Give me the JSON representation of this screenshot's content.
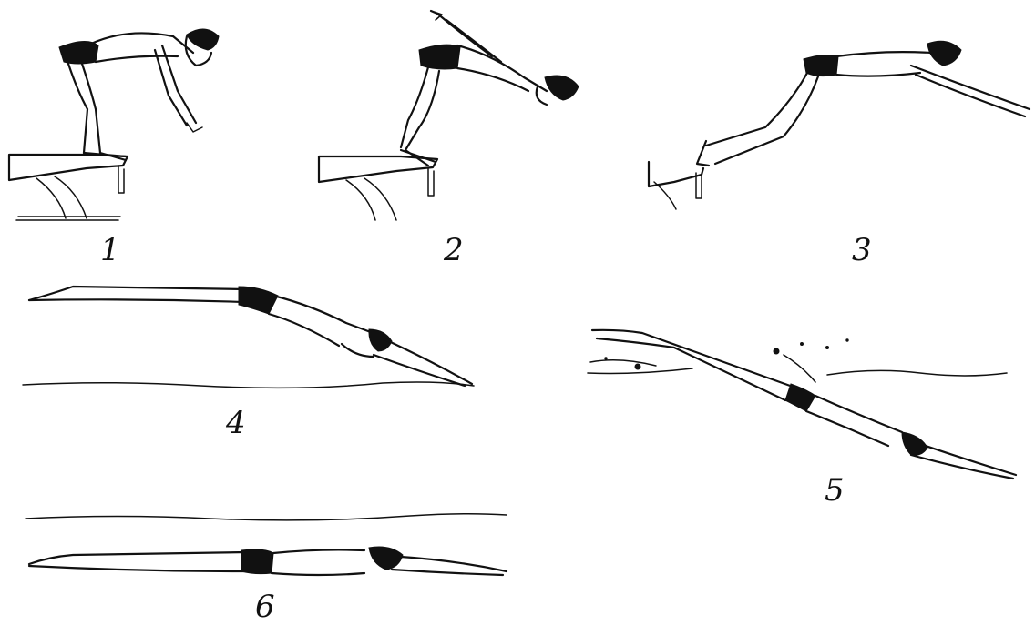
{
  "figures": [
    {
      "number": "1"
    },
    {
      "number": "2"
    },
    {
      "number": "3"
    },
    {
      "number": "4"
    },
    {
      "number": "5"
    },
    {
      "number": "6"
    }
  ],
  "colors": {
    "ink": "#111111",
    "background": "#ffffff"
  }
}
